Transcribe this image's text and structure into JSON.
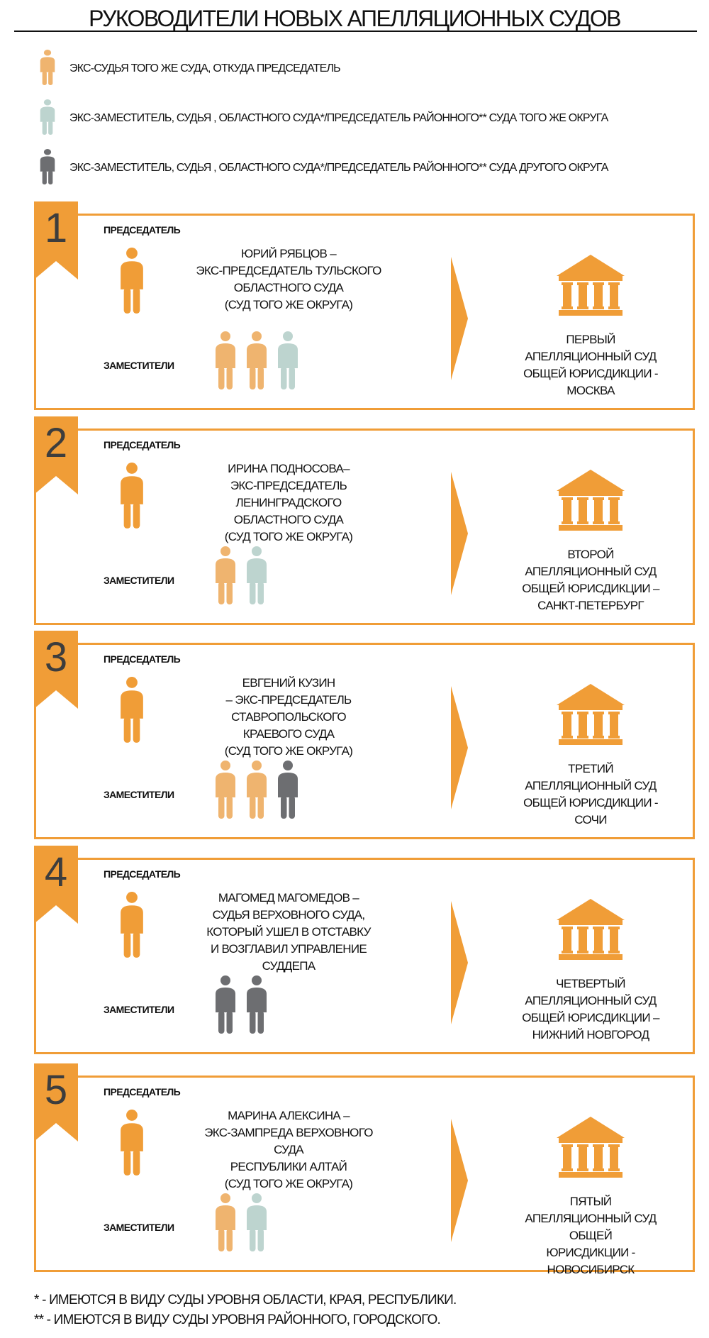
{
  "title": "РУКОВОДИТЕЛИ НОВЫХ АПЕЛЛЯЦИОННЫХ СУДОВ",
  "colors": {
    "accent": "#F09D37",
    "same_court": "#EFB46F",
    "same_district": "#BDD4CF",
    "other_district": "#6D6E71",
    "chair": "#F09D37"
  },
  "legend": [
    {
      "type": "same_court",
      "label": "ЭКС-СУДЬЯ ТОГО ЖЕ СУДА, ОТКУДА ПРЕДСЕДАТЕЛЬ"
    },
    {
      "type": "same_district",
      "label": "ЭКС-ЗАМЕСТИТЕЛЬ, СУДЬЯ , ОБЛАСТНОГО СУДА*/ПРЕДСЕДАТЕЛЬ РАЙОННОГО** СУДА ТОГО ЖЕ ОКРУГА"
    },
    {
      "type": "other_district",
      "label": "ЭКС-ЗАМЕСТИТЕЛЬ, СУДЬЯ , ОБЛАСТНОГО СУДА*/ПРЕДСЕДАТЕЛЬ РАЙОННОГО** СУДА ДРУГОГО ОКРУГА"
    }
  ],
  "labels": {
    "chair": "ПРЕДСЕДАТЕЛЬ",
    "deputies": "ЗАМЕСТИТЕЛИ"
  },
  "courts": [
    {
      "number": "1",
      "chair_lines": [
        "ЮРИЙ РЯБЦОВ –",
        "ЭКС-ПРЕДСЕДАТЕЛЬ ТУЛЬСКОГО",
        "ОБЛАСТНОГО СУДА",
        "(СУД ТОГО ЖЕ ОКРУГА)"
      ],
      "deputies": [
        "same_court",
        "same_court",
        "same_district"
      ],
      "court_lines": [
        "ПЕРВЫЙ",
        "АПЕЛЛЯЦИОННЫЙ СУД",
        "ОБЩЕЙ ЮРИСДИКЦИИ -",
        "МОСКВА"
      ]
    },
    {
      "number": "2",
      "chair_lines": [
        "ИРИНА ПОДНОСОВА–",
        "ЭКС-ПРЕДСЕДАТЕЛЬ ЛЕНИНГРАДСКОГО",
        "ОБЛАСТНОГО СУДА",
        "(СУД ТОГО ЖЕ ОКРУГА)"
      ],
      "deputies": [
        "same_court",
        "same_district"
      ],
      "court_lines": [
        "ВТОРОЙ",
        "АПЕЛЛЯЦИОННЫЙ СУД",
        "ОБЩЕЙ ЮРИСДИКЦИИ –",
        "САНКТ-ПЕТЕРБУРГ"
      ]
    },
    {
      "number": "3",
      "chair_lines": [
        "ЕВГЕНИЙ КУЗИН",
        "– ЭКС-ПРЕДСЕДАТЕЛЬ СТАВРОПОЛЬСКОГО",
        "КРАЕВОГО СУДА",
        "(СУД ТОГО ЖЕ ОКРУГА)"
      ],
      "deputies": [
        "same_court",
        "same_court",
        "other_district"
      ],
      "court_lines": [
        "ТРЕТИЙ",
        "АПЕЛЛЯЦИОННЫЙ СУД",
        "ОБЩЕЙ ЮРИСДИКЦИИ -",
        "СОЧИ"
      ]
    },
    {
      "number": "4",
      "chair_lines": [
        "МАГОМЕД МАГОМЕДОВ –",
        "СУДЬЯ ВЕРХОВНОГО СУДА,",
        "КОТОРЫЙ УШЕЛ В ОТСТАВКУ",
        "И ВОЗГЛАВИЛ УПРАВЛЕНИЕ СУДДЕПА"
      ],
      "deputies": [
        "other_district",
        "other_district"
      ],
      "court_lines": [
        "ЧЕТВЕРТЫЙ",
        "АПЕЛЛЯЦИОННЫЙ СУД",
        "ОБЩЕЙ ЮРИСДИКЦИИ –",
        "НИЖНИЙ НОВГОРОД"
      ]
    },
    {
      "number": "5",
      "chair_lines": [
        "МАРИНА АЛЕКСИНА –",
        "ЭКС-ЗАМПРЕДА ВЕРХОВНОГО СУДА",
        "РЕСПУБЛИКИ АЛТАЙ",
        "(СУД ТОГО ЖЕ ОКРУГА)"
      ],
      "deputies": [
        "same_court",
        "same_district"
      ],
      "court_lines": [
        "ПЯТЫЙ",
        "АПЕЛЛЯЦИОННЫЙ СУД ОБЩЕЙ",
        "ЮРИСДИКЦИИ -",
        "НОВОСИБИРСК"
      ]
    }
  ],
  "footnotes": [
    "* - ИМЕЮТСЯ В ВИДУ СУДЫ УРОВНЯ ОБЛАСТИ, КРАЯ, РЕСПУБЛИКИ.",
    "** - ИМЕЮТСЯ В ВИДУ СУДЫ УРОВНЯ РАЙОННОГО, ГОРОДСКОГО."
  ]
}
